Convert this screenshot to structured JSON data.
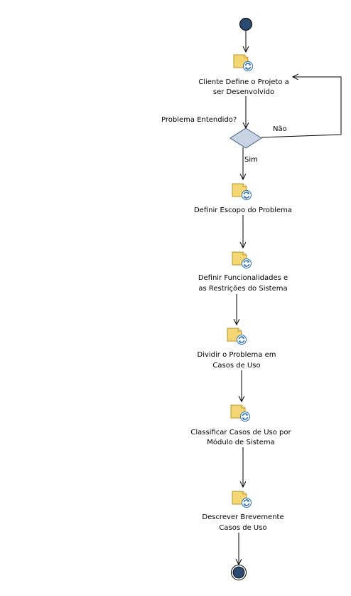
{
  "diagram": {
    "activities": [
      {
        "line1": "Cliente Define o Projeto a",
        "line2": "ser Desenvolvido"
      },
      {
        "line1": "Definir Escopo do Problema",
        "line2": ""
      },
      {
        "line1": "Definir Funcionalidades e",
        "line2": "as Restrições do Sistema"
      },
      {
        "line1": "Dividir o Problema em",
        "line2": "Casos de Uso"
      },
      {
        "line1": "Classificar Casos de Uso por",
        "line2": "Módulo de Sistema"
      },
      {
        "line1": "Descrever Brevemente",
        "line2": "Casos de Uso"
      }
    ],
    "decision": {
      "question": "Problema Entendido?",
      "yes_label": "Sim",
      "no_label": "Não"
    }
  },
  "colors": {
    "node_fill": "#2a4a70",
    "node_stroke": "#000000",
    "diamond_fill": "#c8d4e4",
    "diamond_stroke": "#3f5b80",
    "activity_fill": "#f4d774",
    "activity_stroke": "#b8952a",
    "activity_arrow": "#2a6fb0"
  },
  "icons": {
    "activity": "activity-task-icon",
    "start": "initial-node",
    "end": "final-node",
    "decision": "decision-diamond"
  }
}
